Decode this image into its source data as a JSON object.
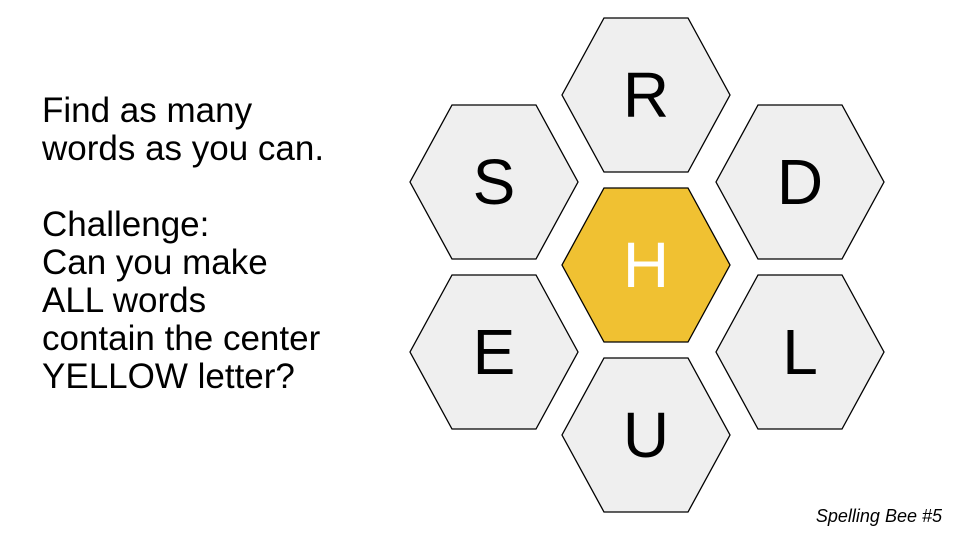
{
  "instructions": {
    "line1": "Find as many",
    "line2": "words as you can.",
    "line3": "Challenge:",
    "line4": "Can you make",
    "line5": "ALL words",
    "line6": "contain the center",
    "line7": "YELLOW letter?"
  },
  "puzzle": {
    "center": {
      "letter": "H",
      "fill": "#f0c132",
      "text_color": "#ffffff"
    },
    "outer_fill": "#efefef",
    "outer_text_color": "#000000",
    "outline_color": "#000000",
    "letters": {
      "top": "R",
      "upper_left": "S",
      "upper_right": "D",
      "lower_left": "E",
      "lower_right": "L",
      "bottom": "U"
    }
  },
  "footer": {
    "label": "Spelling Bee #5"
  }
}
